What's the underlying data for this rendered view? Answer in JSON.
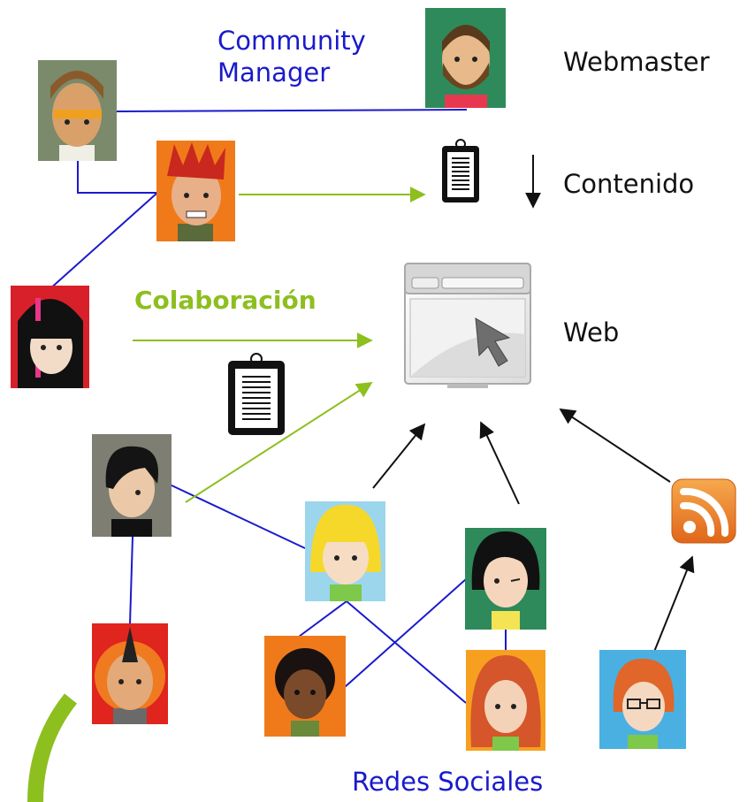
{
  "labels": {
    "community_manager_line1": "Community",
    "community_manager_line2": "Manager",
    "webmaster": "Webmaster",
    "contenido": "Contenido",
    "web": "Web",
    "colaboracion": "Colaboración",
    "redes_sociales": "Redes Sociales"
  },
  "colors": {
    "link_line": "#1a1acc",
    "collaboration_arrow": "#8dbf1f",
    "flow_arrow": "#111111",
    "community_manager_text": "#1a1acc",
    "redes_sociales_text": "#1a1acc",
    "colaboracion_text": "#8dbf1f",
    "rss": "#ef7d22",
    "corner_arc": "#8dbf1f"
  },
  "icons": [
    "avatar",
    "clipboard-icon",
    "browser-window-icon",
    "cursor-arrow-icon",
    "rss-feed-icon"
  ]
}
